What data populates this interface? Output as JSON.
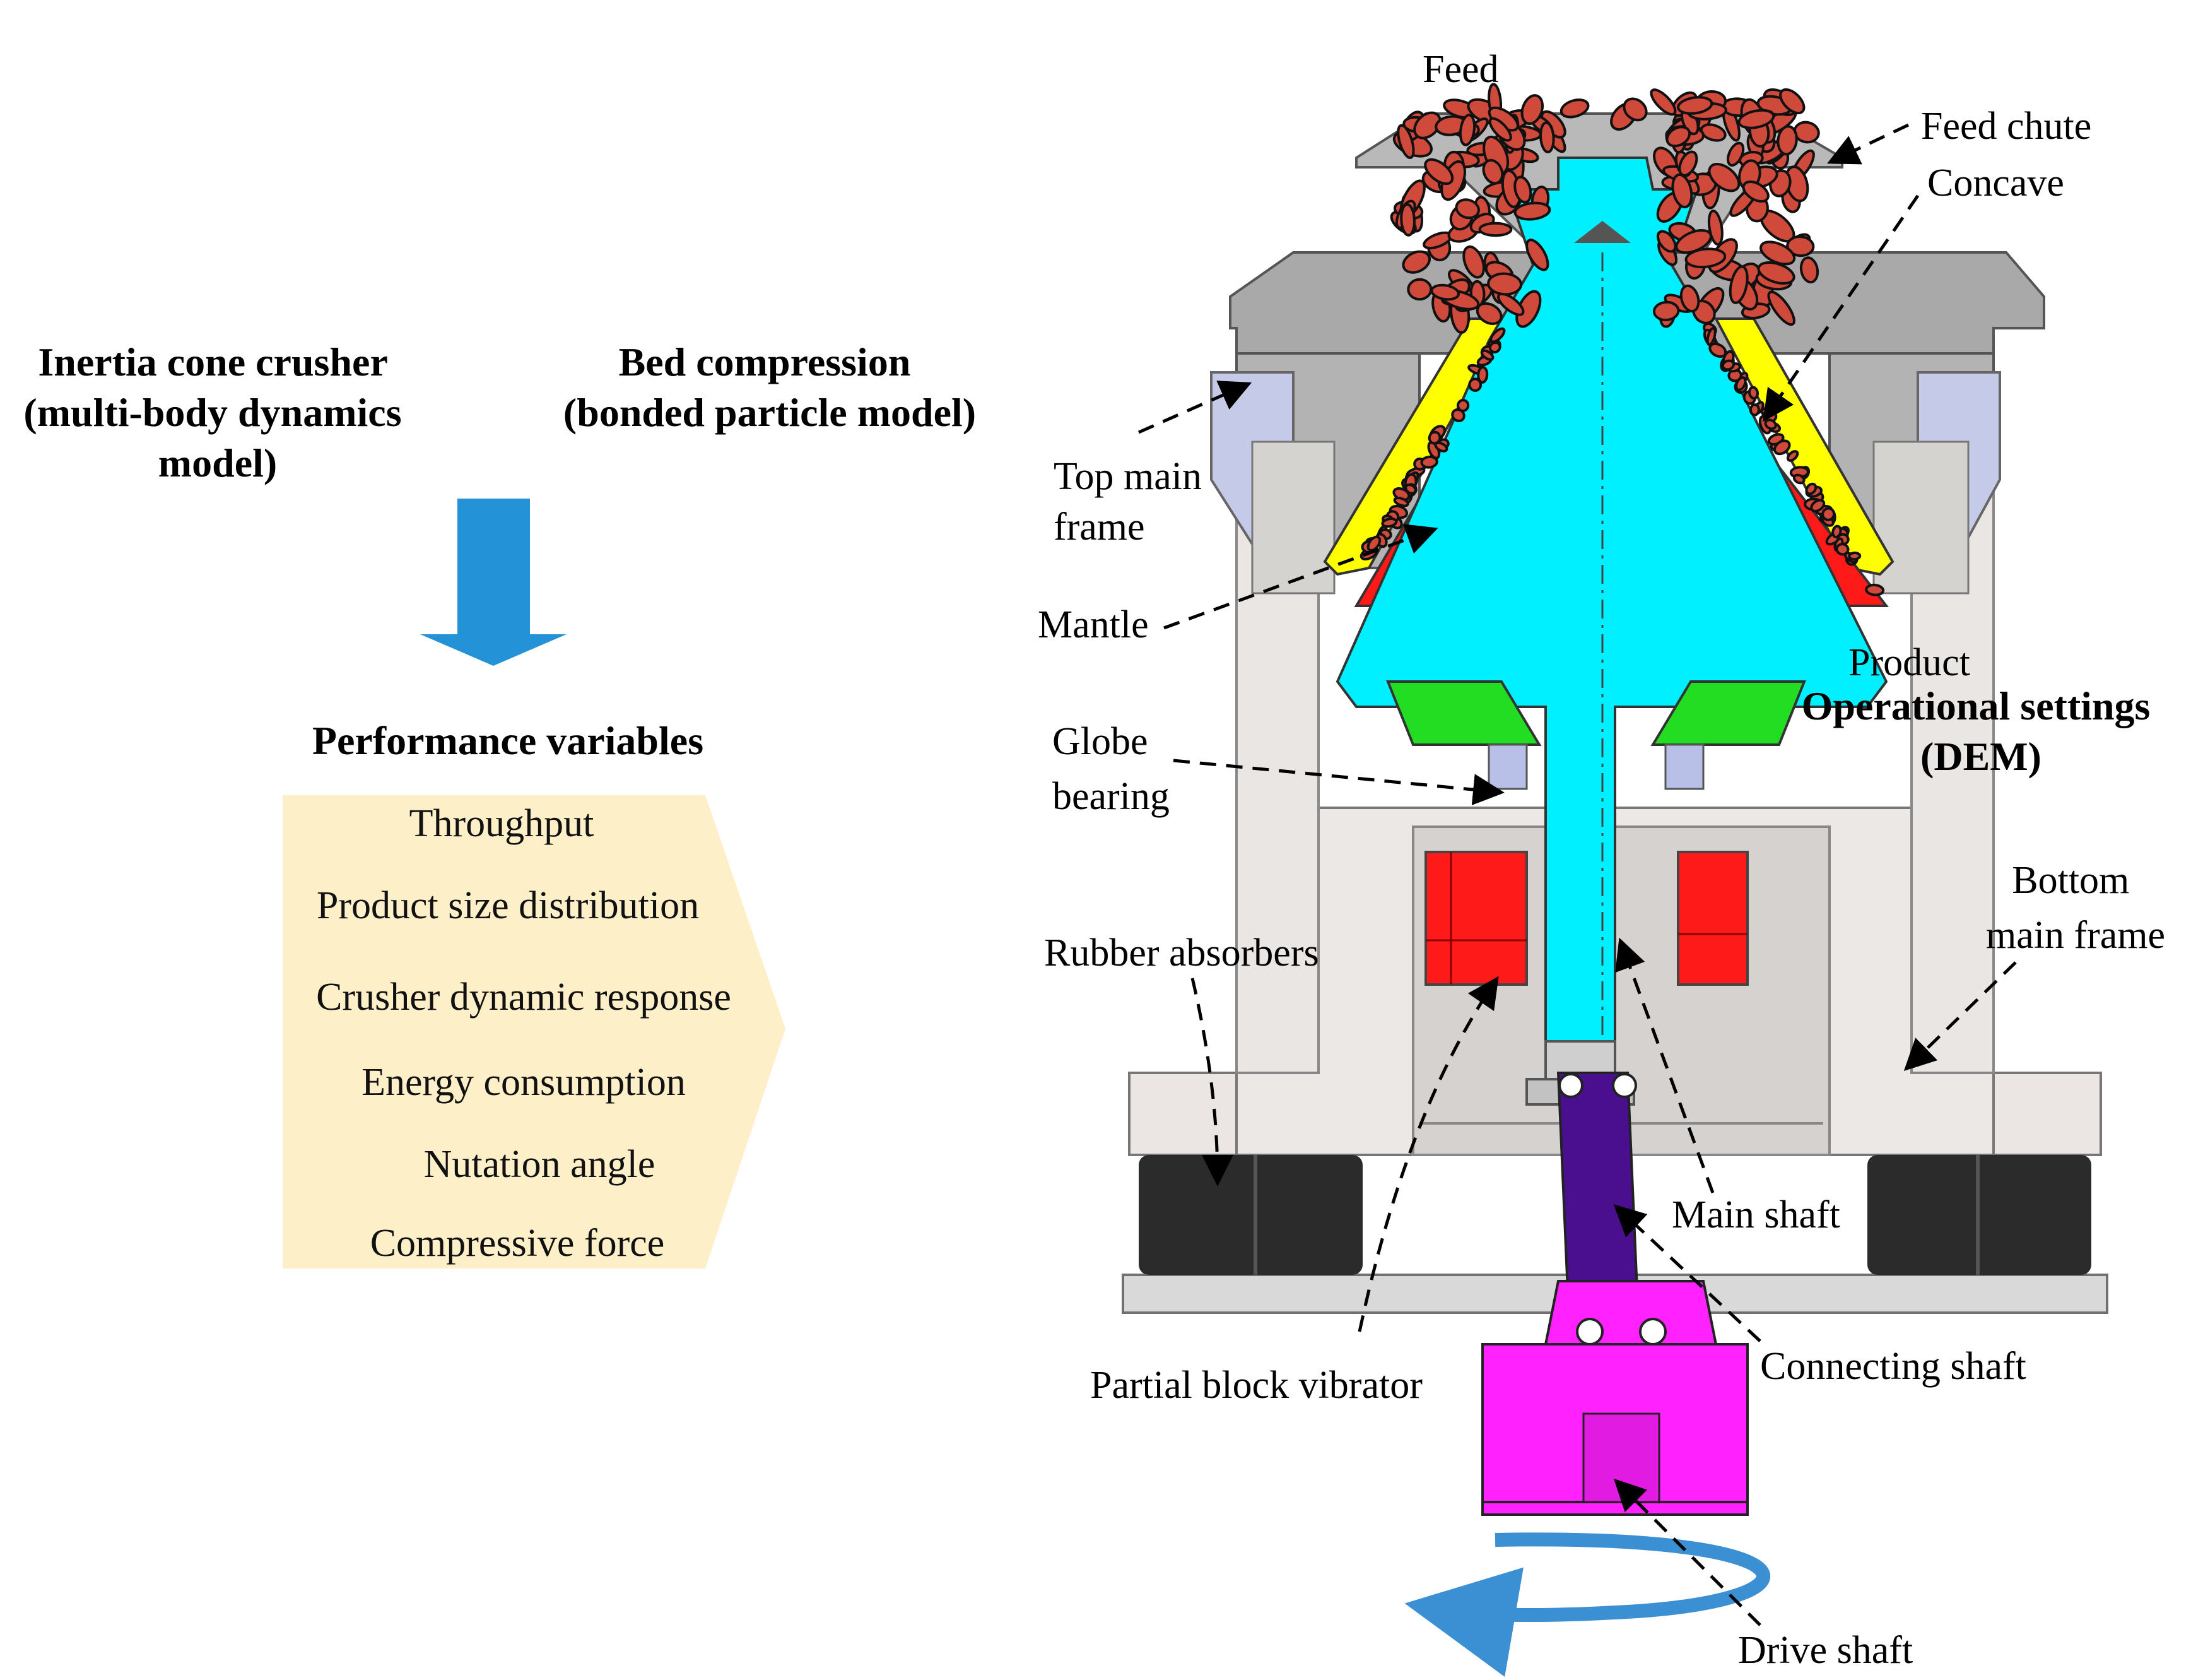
{
  "left_panel": {
    "heading_crusher": [
      "Inertia cone crusher",
      "(multi-body dynamics",
      "model)"
    ],
    "heading_bed": [
      "Bed compression",
      "(bonded particle model)"
    ],
    "performance_title": "Performance variables",
    "performance_items": [
      "Throughput",
      "Product size distribution",
      "Crusher dynamic response",
      "Energy consumption",
      "Nutation angle",
      "Compressive force"
    ]
  },
  "callouts": {
    "feed": "Feed",
    "feed_chute": "Feed chute",
    "concave": "Concave",
    "top_main_frame": [
      "Top main",
      "frame"
    ],
    "mantle": "Mantle",
    "product": "Product",
    "operational_settings": [
      "Operational settings",
      "(DEM)"
    ],
    "globe_bearing": [
      "Globe",
      "bearing"
    ],
    "bottom_main_frame": [
      "Bottom",
      "main frame"
    ],
    "rubber_absorbers": "Rubber absorbers",
    "main_shaft": "Main shaft",
    "partial_block_vibrator": "Partial block vibrator",
    "connecting_shaft": "Connecting shaft",
    "drive_shaft": "Drive shaft"
  },
  "colors": {
    "down_arrow": "#2392d6",
    "performance_panel": "#fdefc8",
    "main_shaft": "#00f0ff",
    "mantle": "#ff1a1a",
    "concave": "#ffff00",
    "feed_particles": "#cf4a3a",
    "globe_bearing_seat": "#22dd22",
    "connecting_shaft": "#4a0f8f",
    "drive_shaft": "#ff22ff",
    "rubber_absorbers": "#2b2b2b",
    "frame_grey": "#a8a8a8",
    "frame_light": "#e9e5e2",
    "frame_lavender": "#c4cae8",
    "rotation_arrow": "#3b8fd3"
  }
}
